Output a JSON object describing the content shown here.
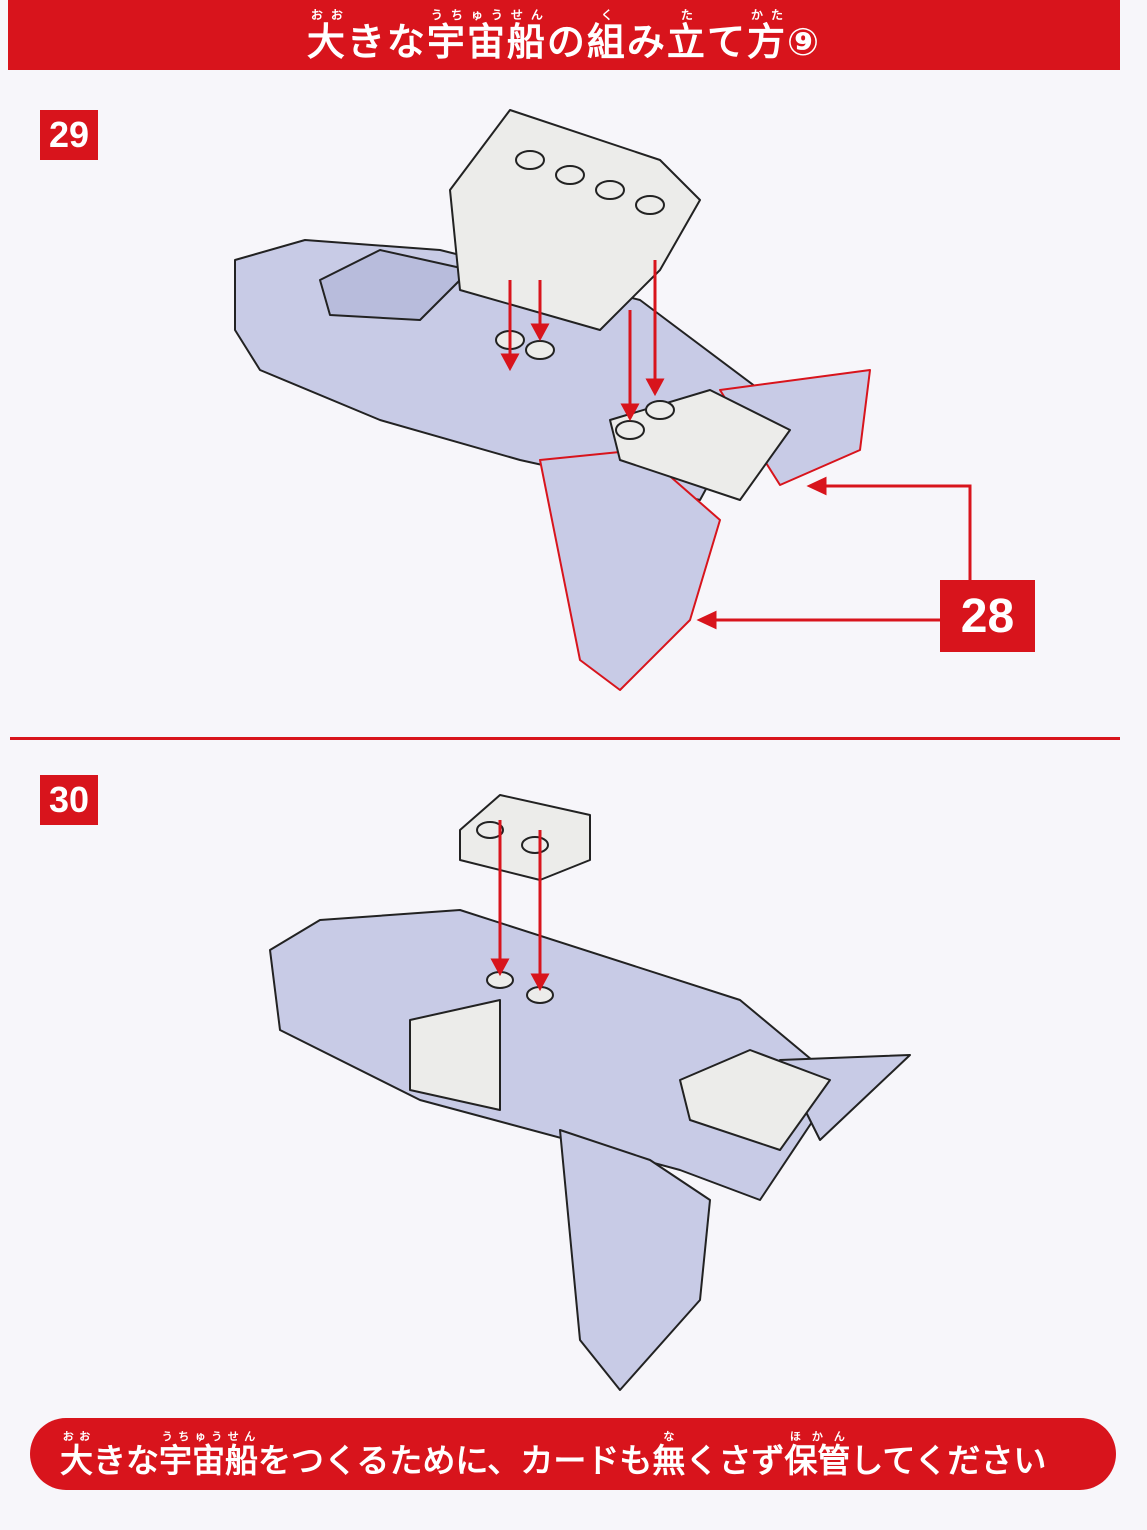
{
  "header": {
    "title_segments": [
      {
        "text": "大",
        "ruby": "おお"
      },
      {
        "text": "きな",
        "ruby": ""
      },
      {
        "text": "宇宙船",
        "ruby": "うちゅうせん"
      },
      {
        "text": "の",
        "ruby": ""
      },
      {
        "text": "組",
        "ruby": "く"
      },
      {
        "text": "み",
        "ruby": ""
      },
      {
        "text": "立",
        "ruby": "た"
      },
      {
        "text": "て",
        "ruby": ""
      },
      {
        "text": "方",
        "ruby": "かた"
      },
      {
        "text": "⑨",
        "ruby": ""
      }
    ]
  },
  "steps": [
    {
      "number": "29",
      "reference_callout": "28"
    },
    {
      "number": "30"
    }
  ],
  "footer": {
    "segments": [
      {
        "text": "大",
        "ruby": "おお"
      },
      {
        "text": "きな",
        "ruby": ""
      },
      {
        "text": "宇宙船",
        "ruby": "うちゅうせん"
      },
      {
        "text": "をつくるために、カードも",
        "ruby": ""
      },
      {
        "text": "無",
        "ruby": "な"
      },
      {
        "text": "くさず",
        "ruby": ""
      },
      {
        "text": "保管",
        "ruby": "ほかん"
      },
      {
        "text": "してください",
        "ruby": ""
      }
    ]
  },
  "colors": {
    "accent": "#d8141c",
    "brick_body": "#c8cbe6",
    "brick_white": "#ececea"
  }
}
